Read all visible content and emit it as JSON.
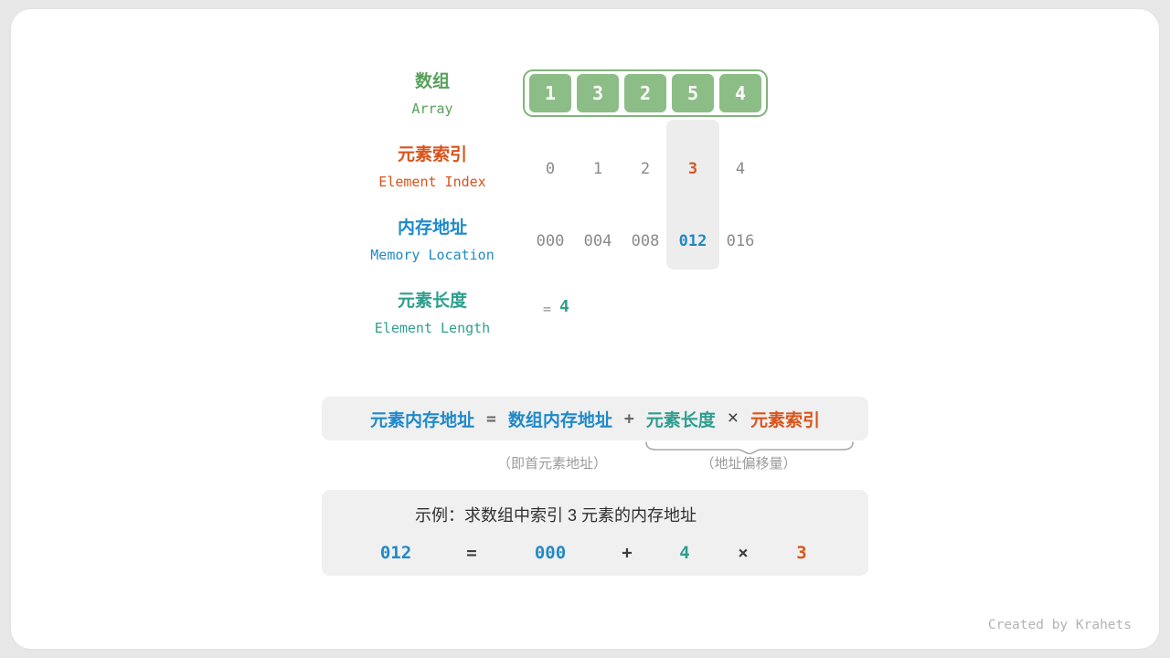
{
  "colors": {
    "green": "#57a05a",
    "teal": "#2f9e8f",
    "orange": "#d9541c",
    "blue": "#1f89c9",
    "box_green": "#8dbd87",
    "panel_bg": "#f0f0f0",
    "page_bg": "#e7e7e7",
    "value_gray": "#8a8a8a"
  },
  "array_row": {
    "label_zh": "数组",
    "label_en": "Array",
    "values": [
      "1",
      "3",
      "2",
      "5",
      "4"
    ]
  },
  "index_row": {
    "label_zh": "元素索引",
    "label_en": "Element Index",
    "values": [
      "0",
      "1",
      "2",
      "3",
      "4"
    ],
    "highlighted": "3"
  },
  "memory_row": {
    "label_zh": "内存地址",
    "label_en": "Memory Location",
    "values": [
      "000",
      "004",
      "008",
      "012",
      "016"
    ],
    "highlighted": "012"
  },
  "length_row": {
    "label_zh": "元素长度",
    "label_en": "Element Length",
    "equals_sign": "=",
    "value": "4"
  },
  "formula": {
    "lhs": "元素内存地址",
    "eq": "=",
    "base": "数组内存地址",
    "plus": "+",
    "len": "元素长度",
    "times": "×",
    "idx": "元素索引",
    "note_left": "（即首元素地址）",
    "note_right": "（地址偏移量）"
  },
  "example": {
    "title": "示例：求数组中索引 3 元素的内存地址",
    "result": "012",
    "eq": "=",
    "base": "000",
    "plus": "+",
    "len": "4",
    "times": "×",
    "idx": "3"
  },
  "watermark": "Created by Krahets"
}
